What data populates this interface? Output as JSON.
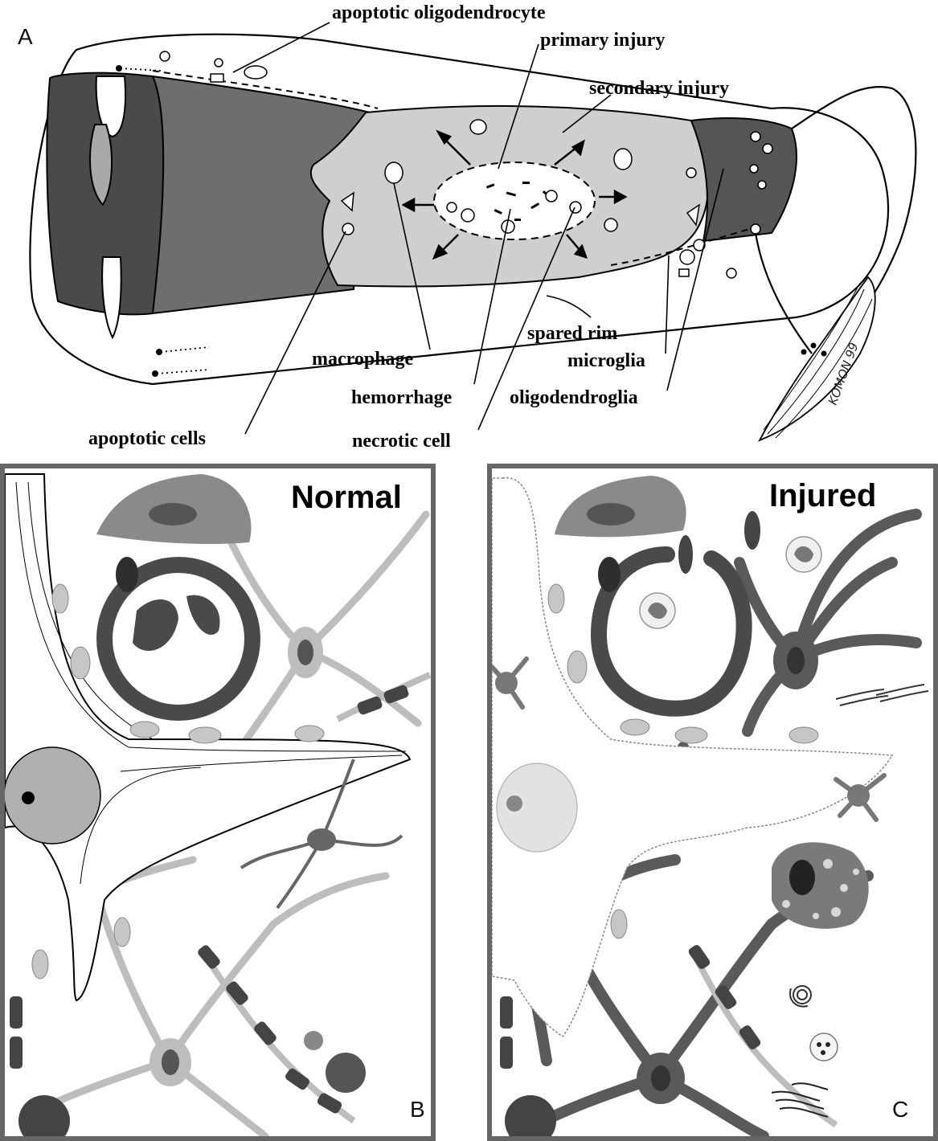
{
  "panel_a": {
    "letter": "A",
    "labels": {
      "apoptotic_oligodendrocyte": "apoptotic oligodendrocyte",
      "primary_injury": "primary injury",
      "secondary_injury": "secondary injury",
      "spared_rim": "spared rim",
      "macrophage": "macrophage",
      "microglia": "microglia",
      "hemorrhage": "hemorrhage",
      "oligodendroglia": "oligodendroglia",
      "apoptotic_cells": "apoptotic cells",
      "necrotic_cell": "necrotic cell"
    },
    "signature": "KOMON 99"
  },
  "panel_b": {
    "letter": "B",
    "title": "Normal"
  },
  "panel_c": {
    "letter": "C",
    "title": "Injured"
  },
  "colors": {
    "dark_tissue": "#4a4a4a",
    "mid_tissue": "#6e6e6e",
    "light_lesion": "#cfcfcf",
    "panel_border": "#666666",
    "astrocyte_light": "#bdbdbd",
    "cell_dark": "#555555"
  }
}
